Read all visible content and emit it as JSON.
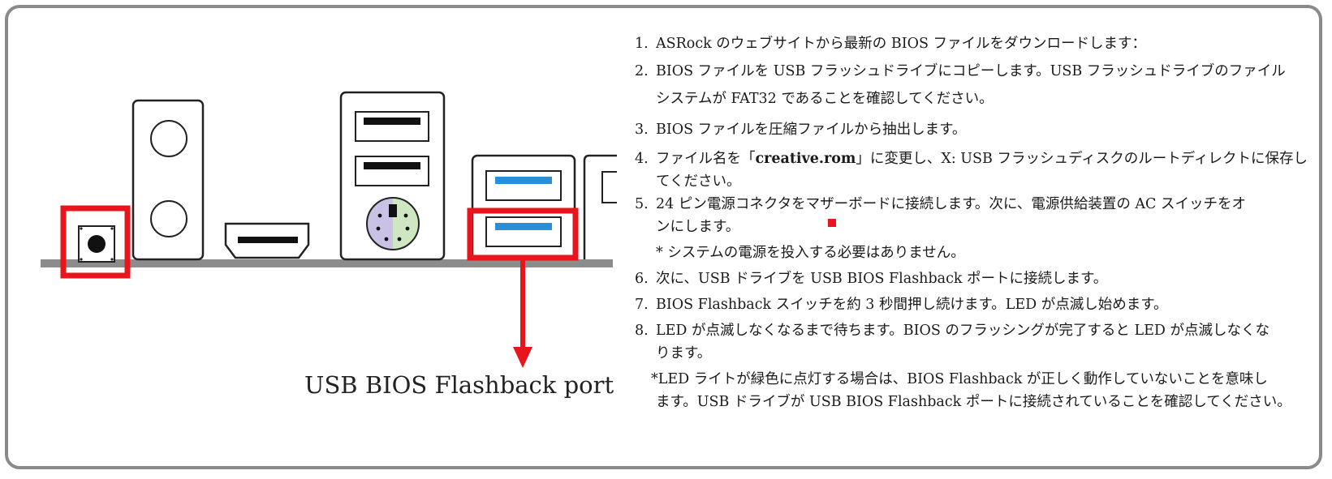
{
  "caption": "USB BIOS Flashback port",
  "colors": {
    "frame": "#8a8a8a",
    "highlight": "#e8151c",
    "usb_blue": "#2a8fd6",
    "ps2_purple": "#c9c2e6",
    "ps2_green": "#cfe6c2"
  },
  "steps": [
    {
      "num": "1.",
      "text": "ASRock のウェブサイトから最新の BIOS ファイルをダウンロードします："
    },
    {
      "num": "2.",
      "text": "BIOS ファイルを USB フラッシュドライブにコピーします。USB フラッシュドライブのファイル",
      "cont": "システムが FAT32 であることを確認してください。"
    },
    {
      "num": "3.",
      "text": "BIOS ファイルを圧縮ファイルから抽出します。"
    },
    {
      "num": "4.",
      "pre": "ファイル名を「",
      "bold": "creative.rom",
      "post": "」に変更し、X: USB フラッシュディスクのルートディレクトに保存し",
      "cont": "てください。"
    },
    {
      "num": "5.",
      "text": "24 ピン電源コネクタをマザーボードに接続します。次に、電源供給装置の AC スイッチをオ",
      "cont": "ンにします。"
    },
    {
      "num": "6.",
      "text": "次に、USB ドライブを USB BIOS Flashback ポートに接続します。"
    },
    {
      "num": "7.",
      "text": "BIOS Flashback スイッチを約 3 秒間押し続けます。LED が点滅し始めます。"
    },
    {
      "num": "8.",
      "text": "LED が点滅しなくなるまで待ちます。BIOS のフラッシングが完了すると LED が点滅しなくな",
      "cont": "ります。"
    }
  ],
  "note_step5": "* システムの電源を投入する必要はありません。",
  "footnote_line1": "*LED ライトが緑色に点灯する場合は、BIOS Flashback が正しく動作していないことを意味し",
  "footnote_line2": "ます。USB ドライブが USB BIOS Flashback ポートに接続されていることを確認してください。"
}
